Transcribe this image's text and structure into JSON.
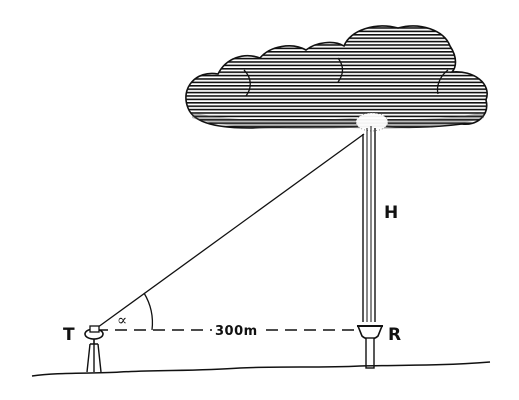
{
  "diagram": {
    "labels": {
      "observer": "T",
      "receiver": "R",
      "height": "H",
      "distance": "300m",
      "angle": "∝"
    },
    "colors": {
      "ink": "#111111",
      "paper": "#ffffff"
    }
  }
}
